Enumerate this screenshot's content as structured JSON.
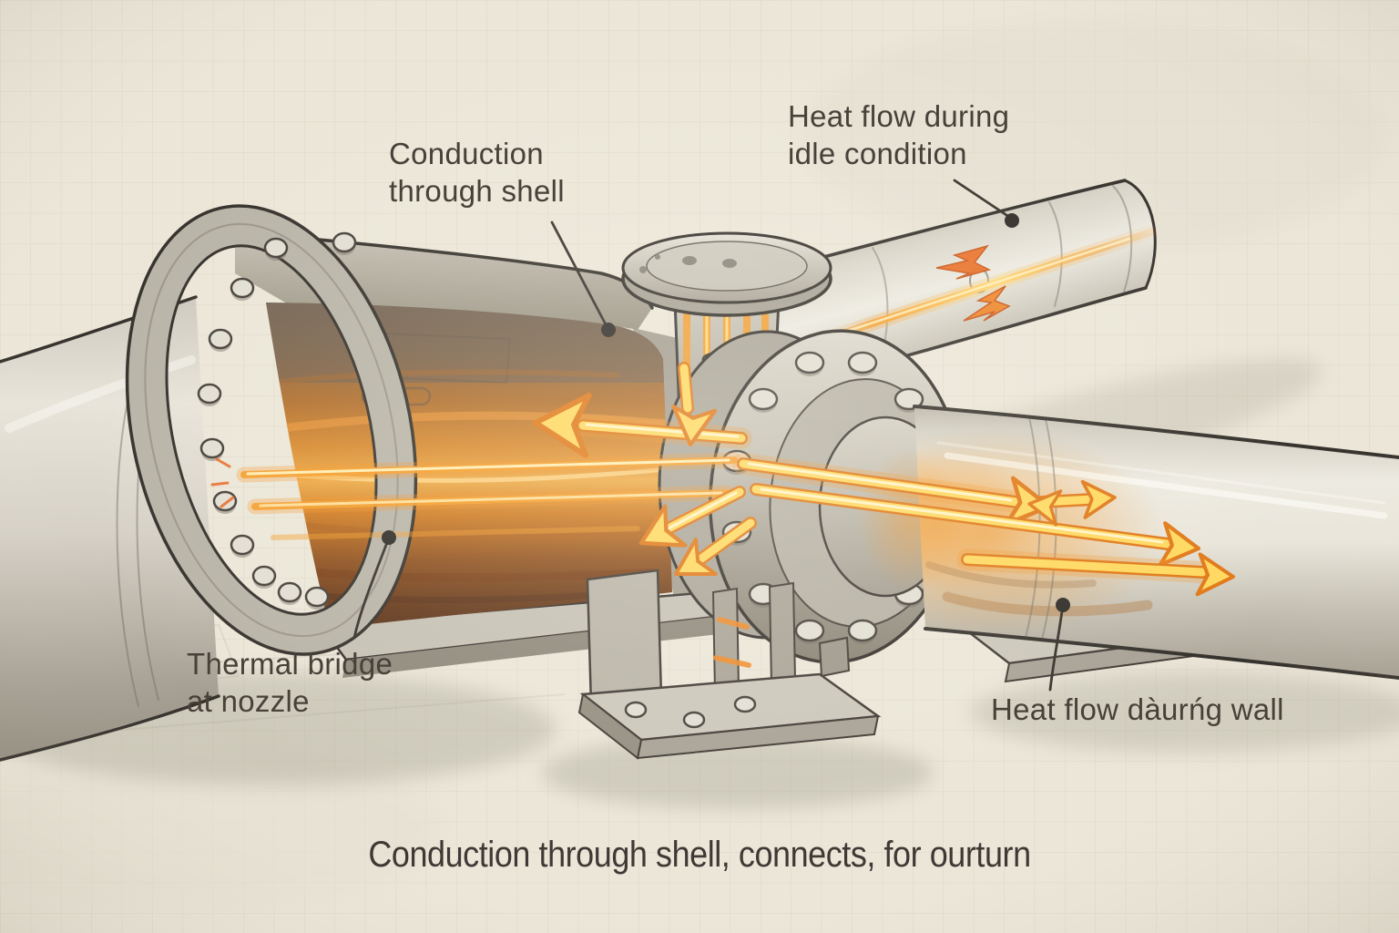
{
  "labels": {
    "conduction_shell": {
      "line1": "Conduction",
      "line2": "through shell"
    },
    "idle_heat": {
      "line1": "Heat flow during",
      "line2": "idle condition"
    },
    "thermal_bridge": {
      "line1": "Thermal bridge",
      "line2": "at nozzle"
    },
    "wall_heat": {
      "line1": "Heat flow dàurńg wall"
    }
  },
  "caption": {
    "text": "Conduction through shell, connects, for ourturn"
  },
  "style": {
    "background": "#ebe6d8",
    "grid": "#d7d0bd",
    "ink": "#474139",
    "heat_glow": "#f59d2a",
    "arrow_fill": "#ffd85e",
    "arrow_outline": "#e07818",
    "metal_light": "#e8e4da",
    "metal_mid": "#b9b4a8",
    "metal_dark": "#8f897c"
  }
}
